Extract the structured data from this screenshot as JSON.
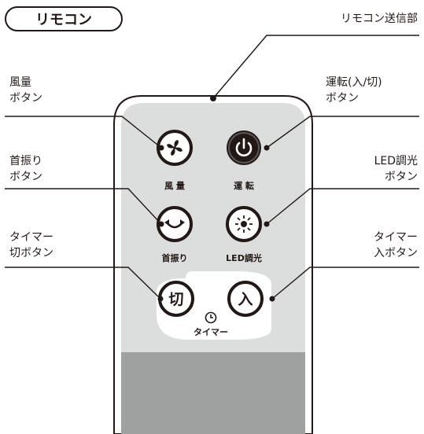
{
  "title": "リモコン",
  "labels": {
    "transmitter": "リモコン送信部",
    "fan_speed": "風量\nボタン",
    "power": "運転(入/切)\nボタン",
    "swing": "首振り\nボタン",
    "led_dimmer": "LED調光\nボタン",
    "timer_off": "タイマー\n切ボタン",
    "timer_on": "タイマー\n入ボタン"
  },
  "remote": {
    "btn_fan_label": "風 量",
    "btn_power_label": "運 転",
    "btn_swing_label": "首振り",
    "btn_led_label": "LED調光",
    "btn_timer_off_text": "切",
    "btn_timer_on_text": "入",
    "timer_group_label": "タイマー"
  },
  "colors": {
    "remote_body": "#dcdddd",
    "remote_bottom": "#9fa0a0",
    "power_button": "#231815",
    "line": "#231815"
  },
  "icons": [
    "fan-icon",
    "power-icon",
    "swing-icon",
    "sun-icon",
    "clock-icon"
  ]
}
